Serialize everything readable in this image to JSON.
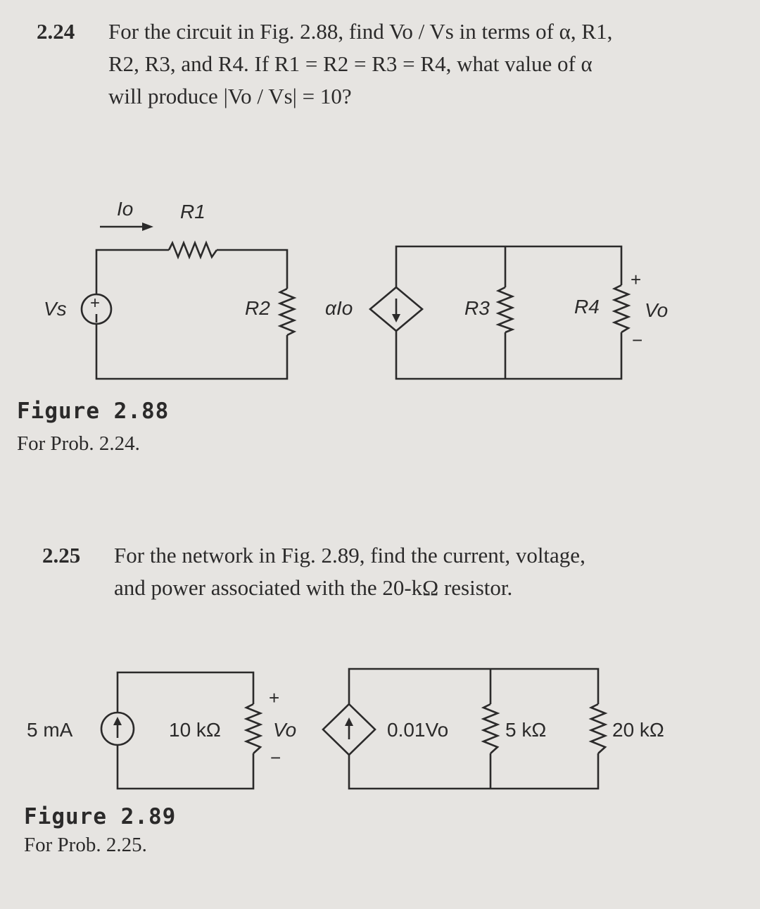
{
  "problem_224": {
    "number": "2.24",
    "line1": "For the circuit in Fig. 2.88, find Vo / Vs in terms of α, R1,",
    "line2": "R2, R3, and R4. If R1 = R2 = R3 = R4, what value of α",
    "line3": "will produce |Vo / Vs| = 10?"
  },
  "figure_288": {
    "title": "Figure 2.88",
    "caption": "For Prob. 2.24.",
    "labels": {
      "io": "Io",
      "r1": "R1",
      "vs": "Vs",
      "r2": "R2",
      "alpha_io": "αIo",
      "r3": "R3",
      "r4": "R4",
      "vo": "Vo",
      "plus": "+",
      "minus": "−"
    }
  },
  "problem_225": {
    "number": "2.25",
    "line1": "For the network in Fig. 2.89, find the current, voltage,",
    "line2": "and power associated with the 20-kΩ resistor."
  },
  "figure_289": {
    "title": "Figure 2.89",
    "caption": "For Prob. 2.25.",
    "labels": {
      "source": "5 mA",
      "r10k": "10 kΩ",
      "vo": "Vo",
      "plus": "+",
      "minus": "−",
      "dep_source": "0.01Vo",
      "r5k": "5 kΩ",
      "r20k": "20 kΩ"
    }
  }
}
